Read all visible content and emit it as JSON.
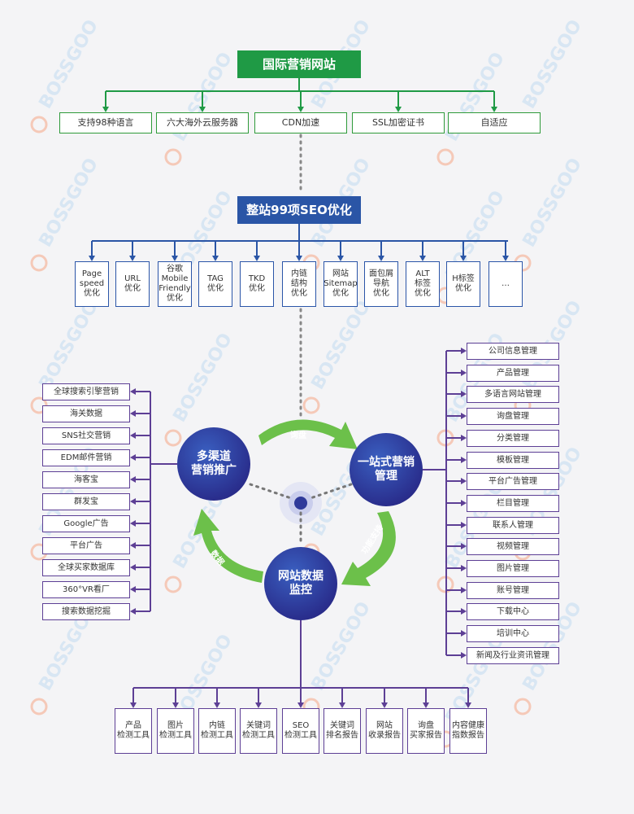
{
  "top": {
    "title": "国际营销网站",
    "items": [
      "支持98种语言",
      "六大海外云服务器",
      "CDN加速",
      "SSL加密证书",
      "自适应"
    ]
  },
  "seo": {
    "title": "整站99项SEO优化",
    "items": [
      "Page\nspeed\n优化",
      "URL\n优化",
      "谷歌\nMobile\nFriendly\n优化",
      "TAG\n优化",
      "TKD\n优化",
      "内链\n结构\n优化",
      "网站\nSitemap\n优化",
      "面包屑\n导航\n优化",
      "ALT\n标签\n优化",
      "H标签\n优化",
      "…"
    ]
  },
  "hub": {
    "marketing": "多渠道\n营销推广",
    "management": "一站式营销\n管理",
    "monitoring": "网站数据\n监控",
    "arrow_inquiry": "询盘",
    "arrow_support": "功能支持",
    "arrow_data": "数据"
  },
  "left_items": [
    "全球搜索引擎营销",
    "海关数据",
    "SNS社交营销",
    "EDM邮件营销",
    "海客宝",
    "群发宝",
    "Google广告",
    "平台广告",
    "全球买家数据库",
    "360°VR看厂",
    "搜索数据挖掘"
  ],
  "right_items": [
    "公司信息管理",
    "产品管理",
    "多语言网站管理",
    "询盘管理",
    "分类管理",
    "模板管理",
    "平台广告管理",
    "栏目管理",
    "联系人管理",
    "视频管理",
    "图片管理",
    "账号管理",
    "下载中心",
    "培训中心",
    "新闻及行业资讯管理"
  ],
  "bottom_items": [
    "产品\n检测工具",
    "图片\n检测工具",
    "内链\n检测工具",
    "关键词\n检测工具",
    "SEO\n检测工具",
    "关键词\n排名报告",
    "网站\n收录报告",
    "询盘\n买家报告",
    "内容健康\n指数报告"
  ],
  "watermark": "BOSSGOO",
  "colors": {
    "green": "#1f9a45",
    "blue": "#2a55a6",
    "purple": "#5d3f95",
    "arrow_green": "#6cc04a"
  }
}
